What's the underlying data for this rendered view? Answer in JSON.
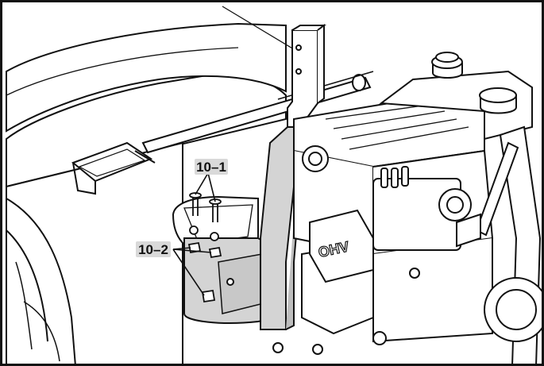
{
  "figure": {
    "callouts": [
      {
        "id": "10-1",
        "label": "10–1"
      },
      {
        "id": "10-2",
        "label": "10–2"
      }
    ],
    "engine_label": "OHV",
    "colors": {
      "line": "#111111",
      "part_fill": "#ffffff",
      "highlight_fill": "#d4d4d4",
      "callout_bg": "#d9d9d9",
      "frame": "#111111"
    }
  }
}
